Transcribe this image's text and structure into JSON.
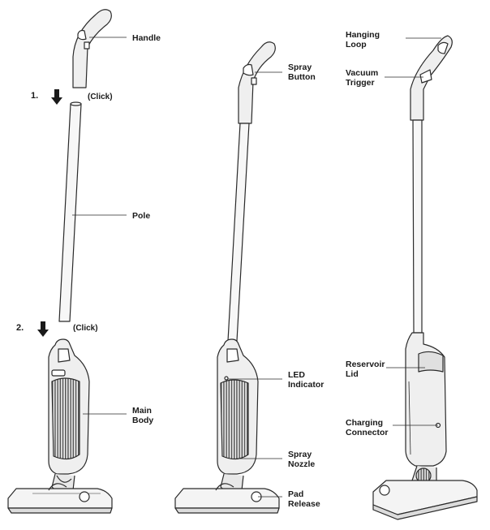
{
  "steps": {
    "step1": "1.",
    "step2": "2.",
    "click1": "(Click)",
    "click2": "(Click)"
  },
  "labels": {
    "handle": [
      "Handle"
    ],
    "pole": [
      "Pole"
    ],
    "main_body": [
      "Main",
      "Body"
    ],
    "spray_button": [
      "Spray",
      "Button"
    ],
    "led_indicator": [
      "LED",
      "Indicator"
    ],
    "spray_nozzle": [
      "Spray",
      "Nozzle"
    ],
    "pad_release": [
      "Pad",
      "Release"
    ],
    "hanging_loop": [
      "Hanging",
      "Loop"
    ],
    "vacuum_trigger": [
      "Vacuum",
      "Trigger"
    ],
    "reservoir_lid": [
      "Reservoir",
      "Lid"
    ],
    "charging_connector": [
      "Charging",
      "Connector"
    ]
  },
  "colors": {
    "stroke": "#2a2a2a",
    "body_fill": "#efefef",
    "grille": "#555555"
  }
}
